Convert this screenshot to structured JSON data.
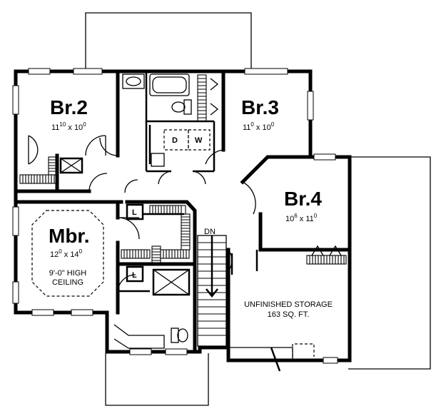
{
  "rooms": {
    "br2": {
      "name": "Br.2",
      "dim_a": "11",
      "dim_a_sup": "10",
      "dim_sep": " x 10",
      "dim_b_sup": "0"
    },
    "br3": {
      "name": "Br.3",
      "dim_a": "11",
      "dim_a_sup": "0",
      "dim_sep": " x 10",
      "dim_b_sup": "0"
    },
    "br4": {
      "name": "Br.4",
      "dim_a": "10",
      "dim_a_sup": "6",
      "dim_sep": " x 11",
      "dim_b_sup": "0"
    },
    "mbr": {
      "name": "Mbr.",
      "dim_a": "12",
      "dim_a_sup": "0",
      "dim_sep": " x 14",
      "dim_b_sup": "0",
      "note_line1": "9'-0\" HIGH",
      "note_line2": "CEILING"
    }
  },
  "storage": {
    "line1": "UNFINISHED STORAGE",
    "line2": "163 SQ. FT."
  },
  "labels": {
    "dn": "DN",
    "dryer": "D",
    "washer": "W",
    "linen1": "L",
    "linen2": "L"
  }
}
